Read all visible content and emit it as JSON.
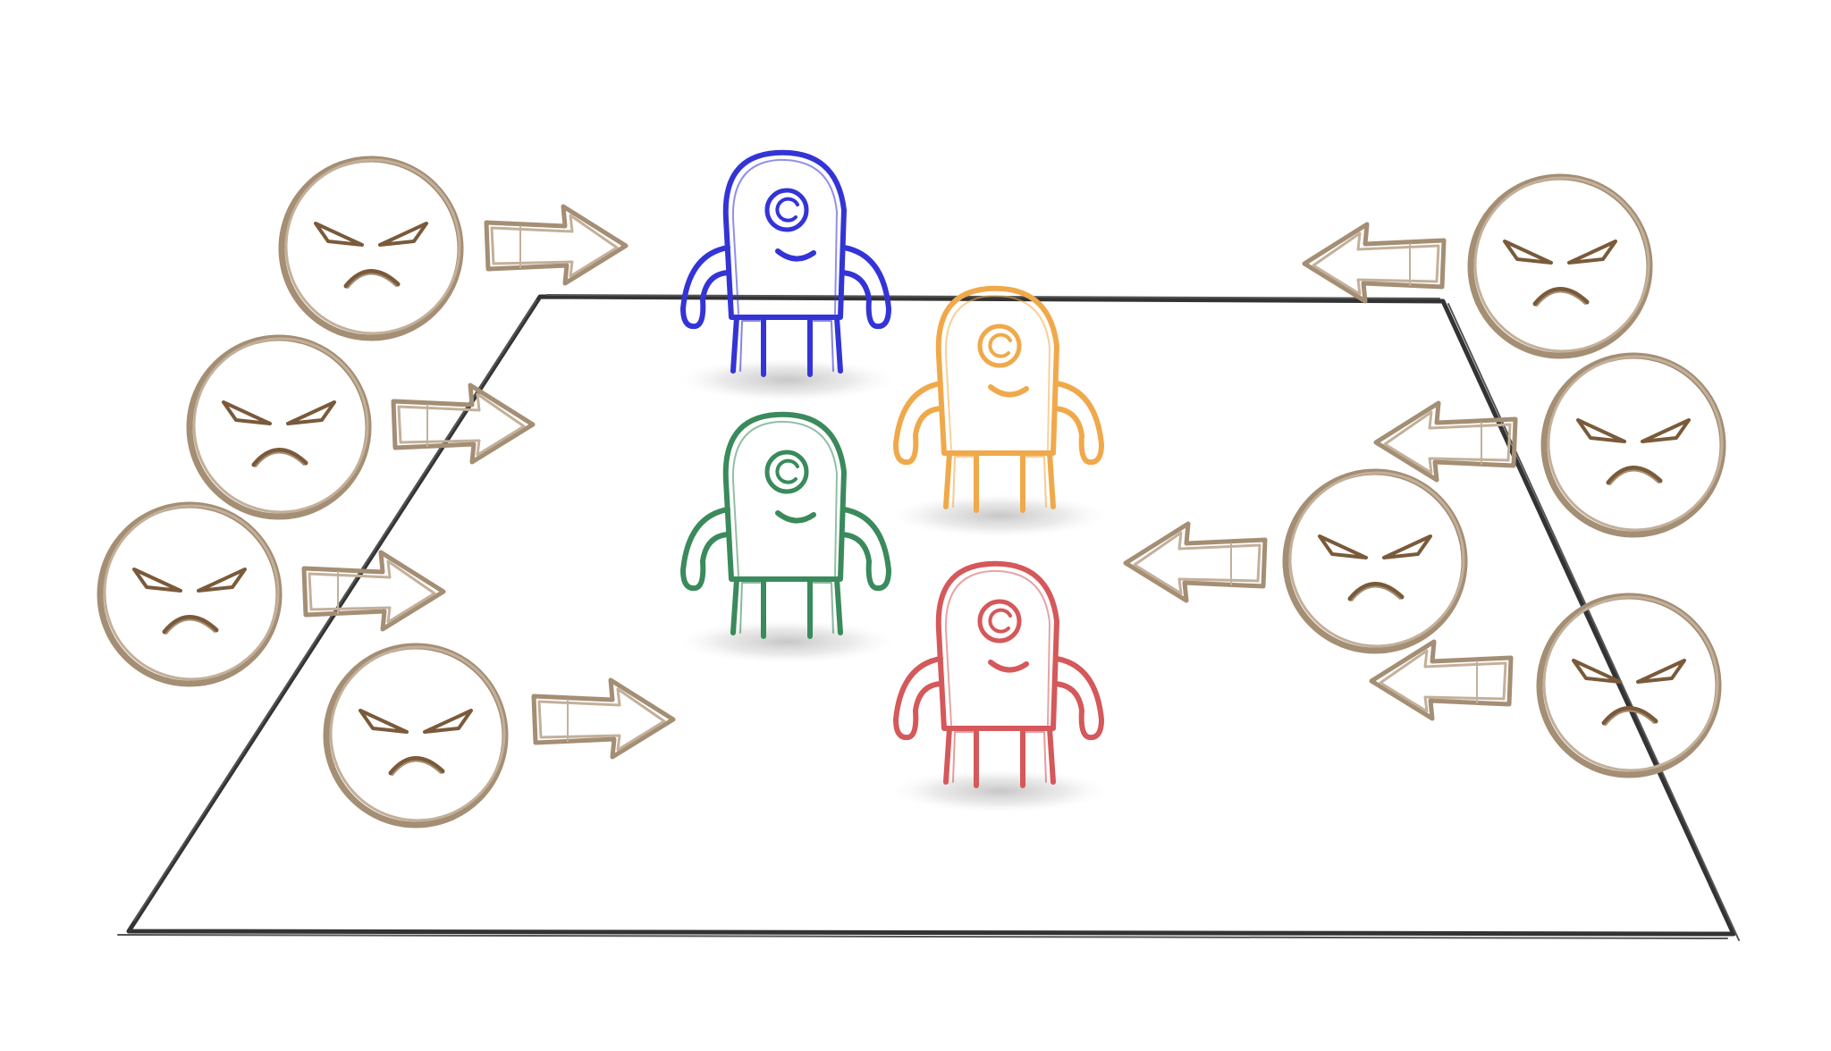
{
  "diagram": {
    "palette": {
      "background": "#ffffff",
      "board_stroke": "#333333",
      "enemy_stroke": "#a48e74",
      "enemy_feature": "#7a5a3a",
      "arrow_stroke": "#a48e74",
      "shadow": "#e6e6e6"
    },
    "board": {
      "shape": "trapezoid",
      "style": "hand-drawn"
    },
    "defenders": [
      {
        "id": "blue",
        "color": "#3434d6",
        "icon": "one-eyed-monster-icon"
      },
      {
        "id": "orange",
        "color": "#f0a94a",
        "icon": "one-eyed-monster-icon"
      },
      {
        "id": "green",
        "color": "#3a8a5c",
        "icon": "one-eyed-monster-icon"
      },
      {
        "id": "red",
        "color": "#d5585a",
        "icon": "one-eyed-monster-icon"
      }
    ],
    "attackers": {
      "icon": "angry-face-icon",
      "left_count": 4,
      "right_count": 4,
      "left_direction": "right",
      "right_direction": "left"
    }
  }
}
